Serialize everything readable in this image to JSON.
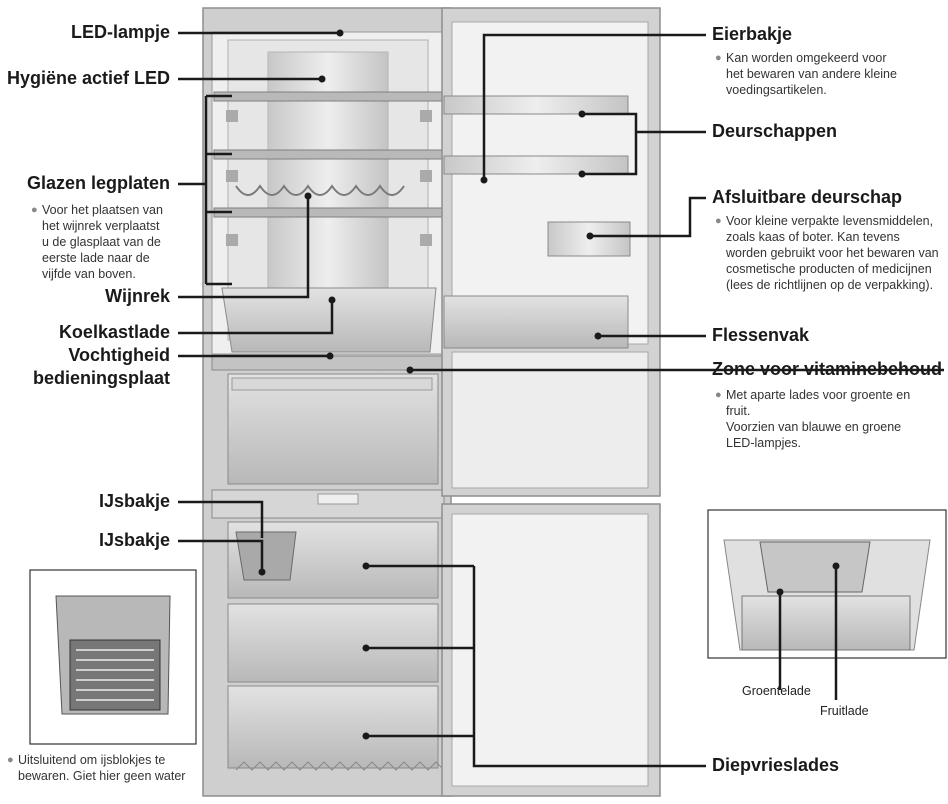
{
  "labels": {
    "led_lamp": "LED-lampje",
    "hygiene_led": "Hygiëne actief LED",
    "glass_shelves": "Glazen legplaten",
    "wine_rack": "Wijnrek",
    "fridge_drawer": "Koelkastlade",
    "humidity_line1": "Vochtigheid",
    "humidity_line2": "bedieningsplaat",
    "ice_tray_1": "IJsbakje",
    "ice_tray_2": "IJsbakje",
    "egg_tray": "Eierbakje",
    "door_shelves": "Deurschappen",
    "lockable_shelf": "Afsluitbare deurschap",
    "bottle_rack": "Flessenvak",
    "vitamin_zone": "Zone voor vitaminebehoud",
    "freezer_drawers": "Diepvrieslades",
    "veg_drawer": "Groentelade",
    "fruit_drawer": "Fruitlade"
  },
  "notes": {
    "glass_shelves": [
      "Voor het plaatsen van",
      "het wijnrek verplaatst",
      "u de glasplaat van de",
      "eerste lade naar de",
      "vijfde van boven."
    ],
    "egg_tray": [
      "Kan worden omgekeerd voor",
      "het bewaren van andere kleine",
      "voedingsartikelen."
    ],
    "lockable_shelf": [
      "Voor kleine verpakte levensmiddelen,",
      "zoals kaas of boter. Kan tevens",
      "worden gebruikt voor het bewaren van",
      "cosmetische producten of medicijnen",
      "(lees de richtlijnen op de verpakking)."
    ],
    "vitamin_zone": [
      "Met aparte lades voor groente en",
      "fruit.",
      "Voorzien van blauwe en groene",
      "LED-lampjes."
    ],
    "ice_tray": [
      "Uitsluitend om ijsblokjes te",
      "bewaren. Giet hier geen water"
    ]
  },
  "colors": {
    "line": "#1a1a1a",
    "body": "#d9d9d9",
    "dark": "#9a9a9a"
  }
}
